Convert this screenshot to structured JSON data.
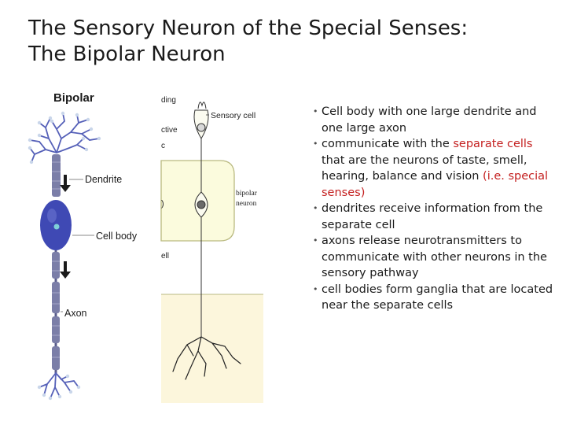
{
  "title": {
    "line1": "The Sensory Neuron of the Special Senses:",
    "line2": "The Bipolar Neuron"
  },
  "figure_left": {
    "title": "Bipolar",
    "labels": {
      "dendrite": "Dendrite",
      "cell_body": "Cell body",
      "axon": "Axon"
    },
    "colors": {
      "neuron_body": "#3f49b4",
      "nucleus": "#7fd0d8",
      "myelin": "#7b7ea8",
      "dendrite_tips": "#c9d6ea"
    }
  },
  "figure_right": {
    "labels": {
      "ding": "ding",
      "sensory_cell": "Sensory cell",
      "ctive": "ctive",
      "c": "c",
      "paren": ")",
      "bipolar": "bipolar",
      "neuron": "neuron",
      "ell": "ell"
    },
    "colors": {
      "panel_fill": "#fbfbdd",
      "panel_border": "#b9b980",
      "lower_fill": "#fcf6dc"
    }
  },
  "bullets": [
    {
      "parts": [
        {
          "text": "Cell body with one large dendrite and one large axon",
          "color": "normal"
        }
      ]
    },
    {
      "parts": [
        {
          "text": "communicate with the ",
          "color": "normal"
        },
        {
          "text": "separate cells",
          "color": "red"
        },
        {
          "text": " that are the neurons of taste, smell, hearing, balance and vision ",
          "color": "normal"
        },
        {
          "text": "(i.e. special senses)",
          "color": "red"
        }
      ]
    },
    {
      "parts": [
        {
          "text": "dendrites receive information from the separate cell",
          "color": "normal"
        }
      ]
    },
    {
      "parts": [
        {
          "text": "axons release neurotransmitters to communicate with other neurons in the sensory pathway",
          "color": "normal"
        }
      ]
    },
    {
      "parts": [
        {
          "text": "cell bodies form ganglia that are located near the separate cells",
          "color": "normal"
        }
      ]
    }
  ]
}
